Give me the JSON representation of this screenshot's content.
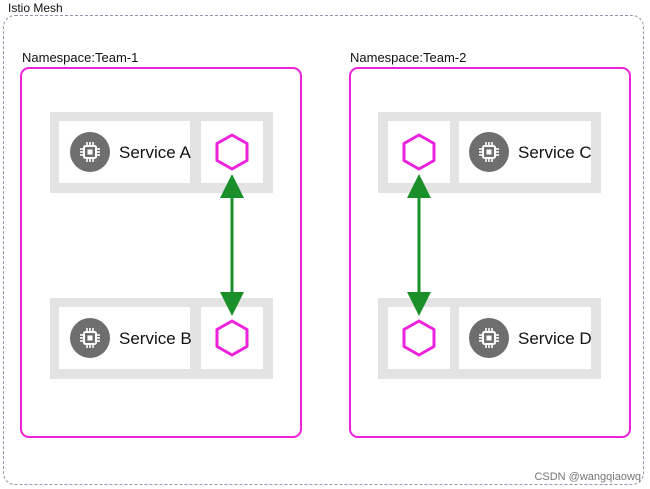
{
  "mesh": {
    "title": "Istio Mesh"
  },
  "namespaces": [
    {
      "title": "Namespace:Team-1",
      "services": [
        {
          "label": "Service A",
          "icon": "chip-icon"
        },
        {
          "label": "Service B",
          "icon": "chip-icon"
        }
      ]
    },
    {
      "title": "Namespace:Team-2",
      "services": [
        {
          "label": "Service C",
          "icon": "chip-icon"
        },
        {
          "label": "Service D",
          "icon": "chip-icon"
        }
      ]
    }
  ],
  "proxy": {
    "icon": "hexagon-icon",
    "color": "#ee22dd"
  },
  "connector": {
    "color": "#1a8f2a"
  },
  "colors": {
    "namespace_border": "#ee22dd",
    "mesh_border": "#8e98aa",
    "pod_bg": "#e3e3e3",
    "icon_bg": "#6e6e6e"
  },
  "watermark": "CSDN @wangqiaowq"
}
